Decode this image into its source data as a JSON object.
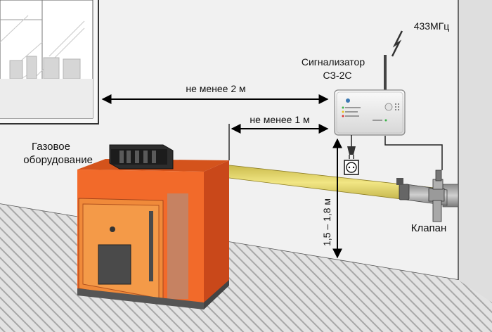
{
  "labels": {
    "distance_window": "не менее 2 м",
    "distance_boiler": "не менее 1 м",
    "height_range": "1,5 – 1,8 м",
    "device_name_line1": "Сигнализатор",
    "device_name_line2": "СЗ-2С",
    "frequency": "433МГц",
    "equipment_line1": "Газовое",
    "equipment_line2": "оборудование",
    "valve": "Клапан"
  },
  "colors": {
    "boiler_body": "#f26a2a",
    "boiler_front": "#f08a3a",
    "gas_pipe": "#e7d766",
    "floor_hatch": "#a8a8a8",
    "wall": "#e9e9e9"
  }
}
